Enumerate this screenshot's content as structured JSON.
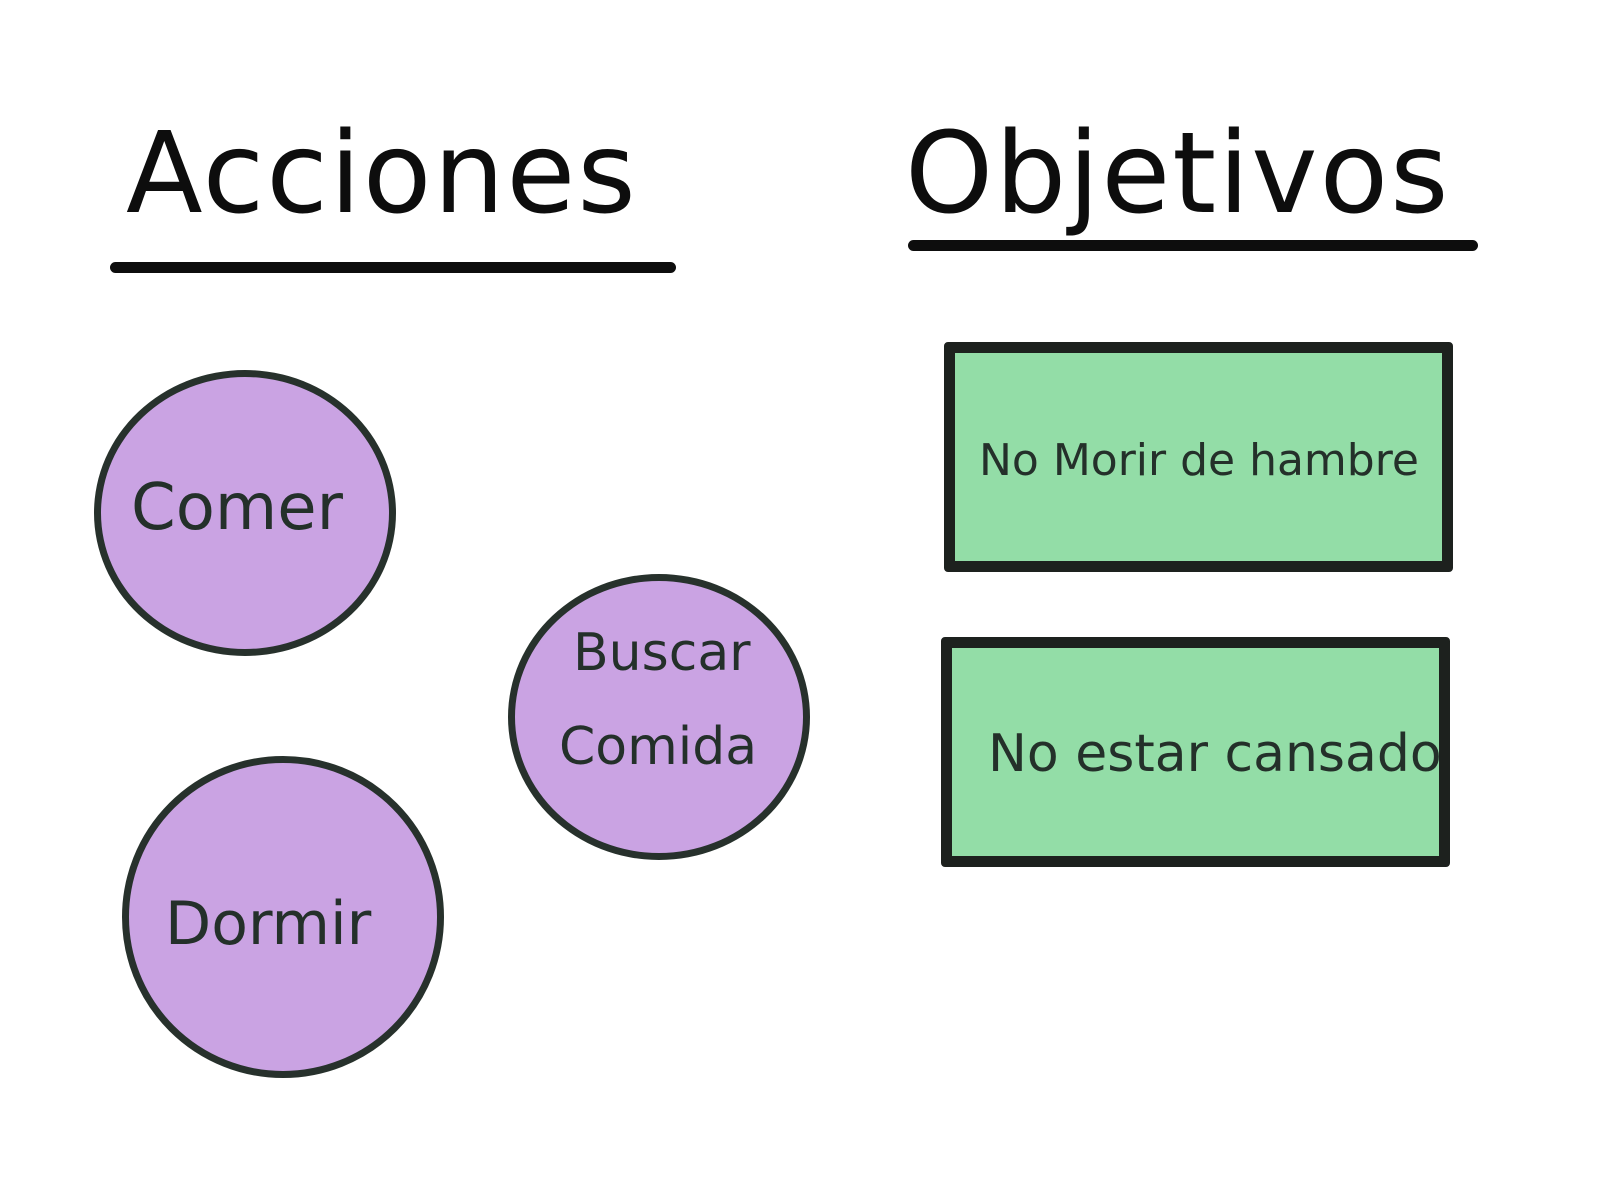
{
  "actions": {
    "title": "Acciones",
    "items": [
      {
        "label": "Comer"
      },
      {
        "label_line1": "Buscar",
        "label_line2": "Comida"
      },
      {
        "label": "Dormir"
      }
    ]
  },
  "goals": {
    "title": "Objetivos",
    "items": [
      {
        "label": "No Morir de hambre"
      },
      {
        "label": "No estar cansado"
      }
    ]
  },
  "colors": {
    "action_fill": "#caa3e3",
    "goal_fill": "#93dda7",
    "outline": "#27312c",
    "ink": "#0d0d0d"
  }
}
